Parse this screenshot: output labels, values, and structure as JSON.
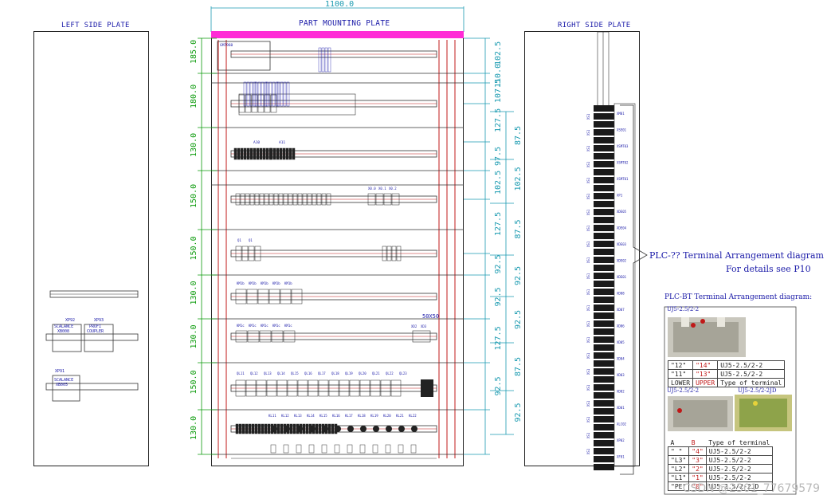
{
  "titles": {
    "left_plate": "LEFT SIDE PLATE",
    "mount_plate": "PART MOUNTING PLATE",
    "right_plate": "RIGHT SIDE PLATE"
  },
  "dimensions": {
    "width": "1100.0",
    "left_rows": [
      "185.0",
      "180.0",
      "130.0",
      "150.0",
      "150.0",
      "130.0",
      "130.0",
      "150.0",
      "130.0"
    ],
    "right_col1": [
      "102.5",
      "110.0",
      "107.5",
      "127.5",
      "97.5",
      "102.5",
      "127.5",
      "92.5",
      "92.5",
      "127.5",
      "92.5"
    ],
    "right_col2": [
      "87.5",
      "102.5",
      "87.5",
      "92.5",
      "92.5",
      "87.5",
      "92.5"
    ]
  },
  "left_plate_labels": {
    "xp92": "XP92",
    "xp93": "XP93",
    "scalance1": "SCALANCE",
    "scalance1b": "XB008",
    "profi": "PROFI",
    "coupler": "COUPLER",
    "xp91": "XP91",
    "scalance2": "SCALANCE",
    "scalance2b": "XB005"
  },
  "mount_labels": {
    "top_box": "GM7960",
    "a10": "A10",
    "a11": "A11",
    "plc_row": [
      "X0.0",
      "X0.1",
      "X0.2"
    ],
    "q_row": [
      "Q1",
      "Q1"
    ],
    "k_row1": [
      "KM1b",
      "KM1b",
      "KM1b",
      "KM1b",
      "KM1b"
    ],
    "k_row2": [
      "KM1c",
      "KM1c",
      "KM1c",
      "KM1c",
      "KM1c"
    ],
    "x_labels": [
      "XD2",
      "XD3"
    ],
    "duct": "50X50",
    "bottom_row": [
      "QL11",
      "QL12",
      "QL13",
      "QL14",
      "QL15",
      "QL16",
      "QL17",
      "QL18",
      "QL19",
      "QL20",
      "QL21",
      "QL22",
      "QL23"
    ],
    "km_row": [
      "KL11",
      "KL12",
      "KL13",
      "KL14",
      "KL15",
      "KL16",
      "KL17",
      "KL18",
      "KL19",
      "KL20",
      "KL21",
      "KL22"
    ]
  },
  "right_labels": {
    "xs_left": [
      "XS1",
      "XS1",
      "XS1",
      "XS1",
      "XS1",
      "XS1",
      "XS1",
      "XS1",
      "XS1",
      "XS1",
      "XS1",
      "XS1",
      "XS1",
      "XS1",
      "XS1",
      "XS1",
      "XS1",
      "XS1",
      "XS1",
      "XS1",
      "XS1",
      "XS1"
    ],
    "xs_right": [
      "XM01",
      "XSE01",
      "XSMT03",
      "XSMT02",
      "XSMT01",
      "XP1",
      "XDE05",
      "XDE04",
      "XDE03",
      "XDE02",
      "XDE01",
      "XD08",
      "XD07",
      "XD06",
      "XD05",
      "XD04",
      "XD03",
      "XD02",
      "XD01",
      "XLC02",
      "XP02",
      "XF01"
    ]
  },
  "notes": {
    "plc_terminal": "PLC-?? Terminal Arrangement diagram",
    "details": "For details see P10",
    "plc_bt": "PLC-BT Terminal Arrangement diagram:",
    "uj_label1": "UJ5-2.5/2-2",
    "uj_label2": "UJ5-2.5/2-2",
    "uj_label3": "UJ5-2.5/2-2JD"
  },
  "table1": {
    "rows": [
      [
        "\"12\"",
        "\"14\"",
        "UJ5-2.5/2-2"
      ],
      [
        "\"11\"",
        "\"13\"",
        "UJ5-2.5/2-2"
      ],
      [
        "LOWER",
        "UPPER",
        "Type of terminal"
      ]
    ]
  },
  "table2": {
    "header": [
      "A",
      "B",
      "Type of terminal"
    ],
    "rows": [
      [
        "\" \"",
        "\"4\"",
        "UJ5-2.5/2-2"
      ],
      [
        "\"L3\"",
        "\"3\"",
        "UJ5-2.5/2-2"
      ],
      [
        "\"L2\"",
        "\"2\"",
        "UJ5-2.5/2-2"
      ],
      [
        "\"L1\"",
        "\"1\"",
        "UJ5-2.5/2-2"
      ],
      [
        "\"PE\"",
        "\"0\"",
        "UJ5-2.5/2-2JD"
      ]
    ]
  },
  "watermark": "CSDN @2301_77679579",
  "colors": {
    "magenta_bar": "#ff2bd6",
    "dim_green": "#0a9a0a",
    "dim_cyan": "#1a9ab0",
    "wire_red": "#c01818",
    "label_blue": "#1a1aa8"
  }
}
